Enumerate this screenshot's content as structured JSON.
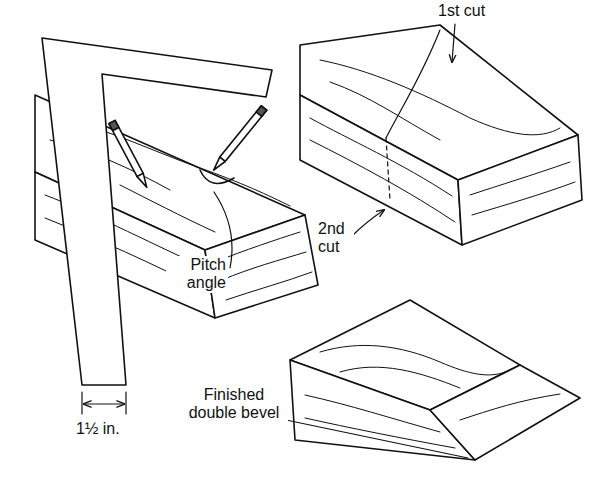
{
  "diagram": {
    "labels": [
      "1st cut",
      "2nd cut",
      "Pitch angle",
      "1½ in.",
      "Finished double bevel"
    ]
  }
}
